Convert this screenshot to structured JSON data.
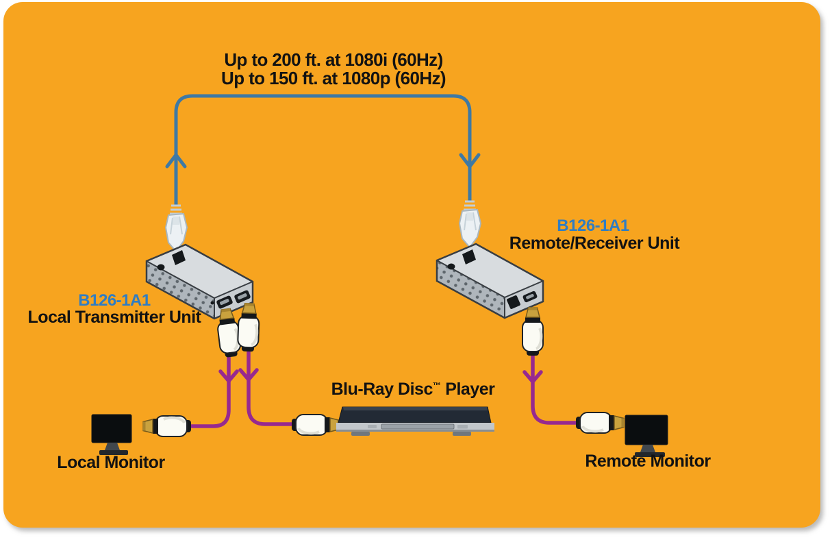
{
  "header": {
    "line1": "Up to 200 ft. at 1080i (60Hz)",
    "line2": "Up to 150 ft. at 1080p (60Hz)"
  },
  "transmitter": {
    "model": "B126-1A1",
    "name": "Local Transmitter Unit"
  },
  "receiver": {
    "model": "B126-1A1",
    "name": "Remote/Receiver Unit"
  },
  "bluray": {
    "name": "Blu-Ray Disc",
    "trademark": "™",
    "suffix": " Player"
  },
  "monitors": {
    "local": "Local Monitor",
    "remote": "Remote Monitor"
  },
  "icons": {
    "cat5_cable": "blue Cat5 extension cable with RJ45 connectors and direction arrows",
    "rj45_connector": "clear RJ45 plug",
    "hdmi_plug": "white HDMI plug with gold tip",
    "monitor": "flat-panel display",
    "bluray_player": "blu-ray disc player deck",
    "extender_box": "grey extender unit with vent holes and ports"
  },
  "colors": {
    "panel_bg": "#F7A41F",
    "cat5_cable": "#3E79A4",
    "hdmi_cable": "#97298F",
    "model_text": "#2F7DC3",
    "label_text": "#121212"
  }
}
